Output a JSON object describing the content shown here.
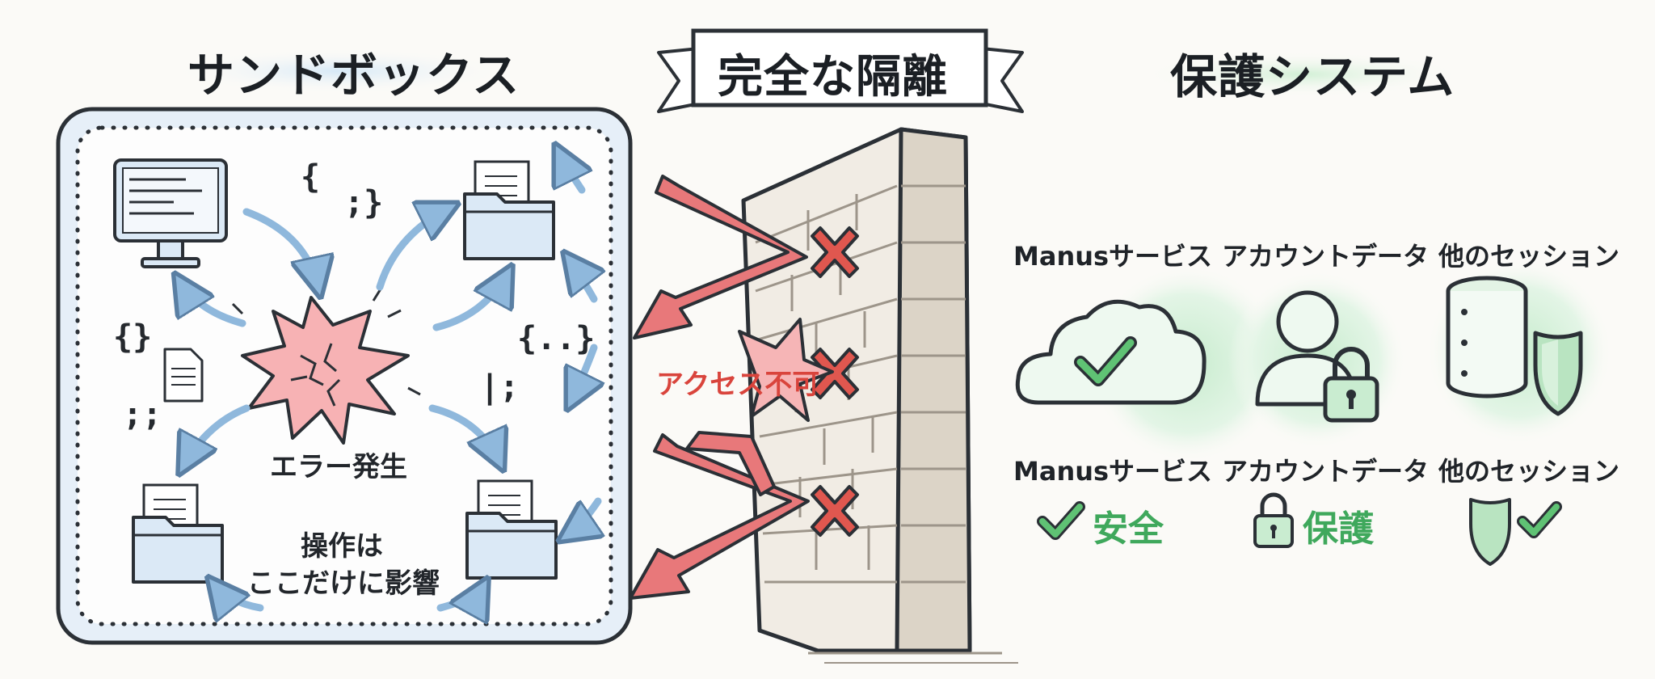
{
  "sandbox": {
    "title": "サンドボックス",
    "error_label": "エラー発生",
    "note_line1": "操作は",
    "note_line2": "ここだけに影響",
    "code_snippets": [
      "{",
      ";}",
      "{}",
      "{..}",
      "|;",
      ";;"
    ]
  },
  "isolation": {
    "banner": "完全な隔離",
    "access_denied": "アクセス不可"
  },
  "protection": {
    "title": "保護システム",
    "services": [
      {
        "name": "Manusサービス",
        "icon": "cloud-check-icon",
        "status_icon": "check-icon",
        "status": "安全"
      },
      {
        "name": "アカウントデータ",
        "icon": "user-lock-icon",
        "status_icon": "padlock-icon",
        "status": "保護"
      },
      {
        "name": "他のセッション",
        "icon": "database-shield-icon",
        "status_icon": "shield-check-icon",
        "status": ""
      }
    ]
  },
  "colors": {
    "sandbox_fill": "#e4eef8",
    "arrow_blue": "#8fb8dc",
    "arrow_red": "#e8787a",
    "cross_red": "#e0574f",
    "safe_green": "#3fa85c",
    "glow_green": "#d9f1dc"
  }
}
